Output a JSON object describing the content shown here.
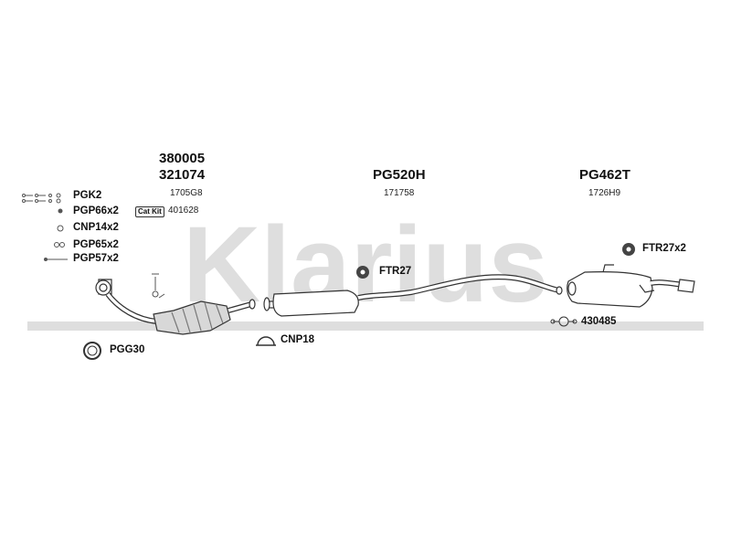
{
  "watermark": {
    "text": "Klarius",
    "color": "#dedede"
  },
  "colors": {
    "stroke": "#333333",
    "fill": "#ffffff",
    "dark": "#555555",
    "cat_fill": "#d8d8d8"
  },
  "front_section": {
    "part_number_1": "380005",
    "part_number_2": "321074",
    "ref_code": "1705G8",
    "cat_kit_label": "Cat Kit",
    "cat_kit_code": "401628"
  },
  "middle_section": {
    "part_number": "PG520H",
    "ref_code": "171758"
  },
  "rear_section": {
    "part_number": "PG462T",
    "ref_code": "1726H9"
  },
  "fitting_kit": [
    {
      "code": "PGK2",
      "icon": "bolt-set-icon"
    },
    {
      "code": "PGP66x2",
      "icon": "bolt-icon"
    },
    {
      "code": "CNP14x2",
      "icon": "clamp-small-icon"
    },
    {
      "code": "PGP65x2",
      "icon": "nut-icon"
    },
    {
      "code": "PGP57x2",
      "icon": "stud-icon"
    }
  ],
  "accessories": {
    "pgg30": {
      "code": "PGG30",
      "icon": "gasket-ring-icon"
    },
    "cnp18": {
      "code": "CNP18",
      "icon": "u-clamp-icon"
    },
    "ftr27": {
      "code": "FTR27",
      "icon": "rubber-mount-icon"
    },
    "ftr27x2": {
      "code": "FTR27x2",
      "icon": "rubber-mount-icon"
    },
    "p430485": {
      "code": "430485",
      "icon": "clamp-bracket-icon"
    }
  }
}
